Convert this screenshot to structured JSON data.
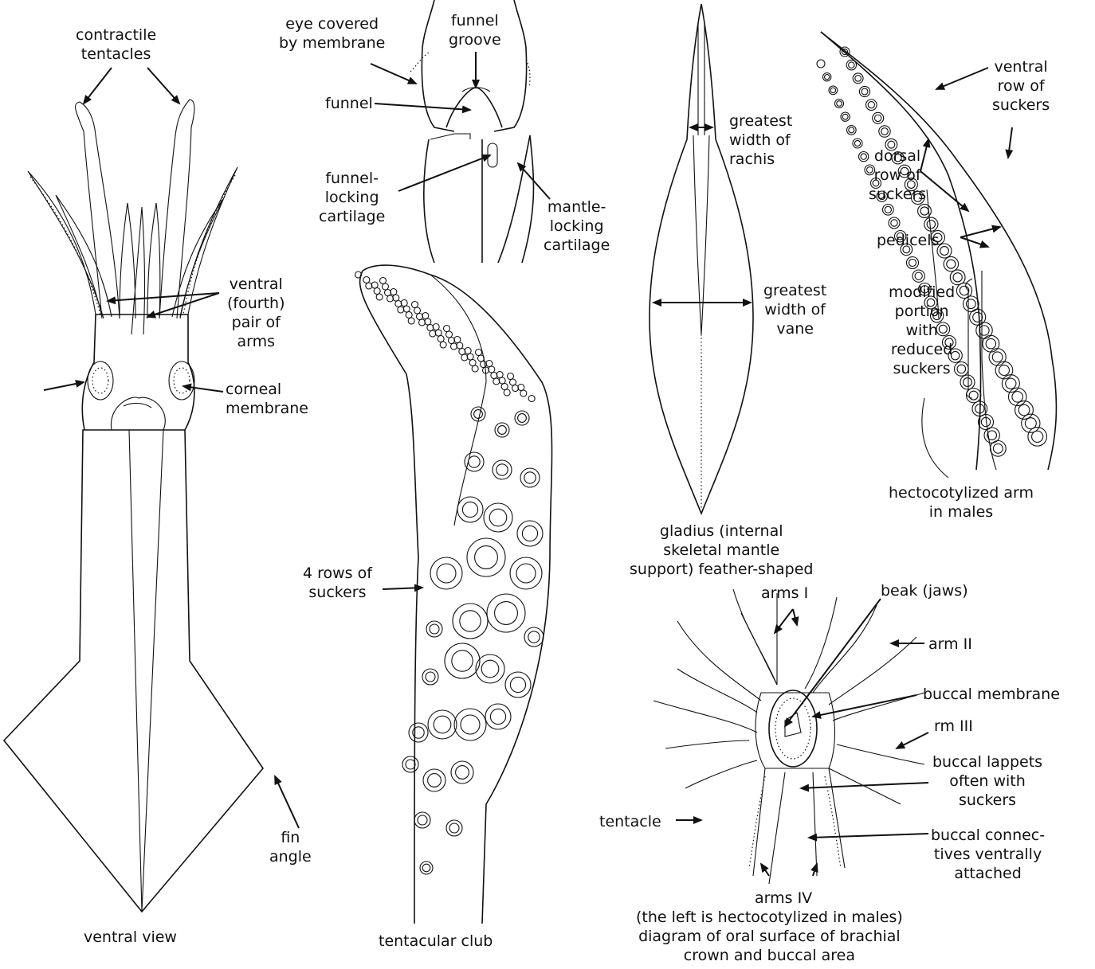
{
  "labels": {
    "contractile_tentacles": "contractile\ntentacles",
    "ventral_fourth_pair": "ventral\n(fourth)\npair of\narms",
    "corneal_membrane": "corneal\nmembrane",
    "fin_angle": "fin\nangle",
    "ventral_view": "ventral view",
    "eye_covered": "eye covered\nby membrane",
    "funnel_groove": "funnel\ngroove",
    "funnel": "funnel",
    "funnel_locking": "funnel-\nlocking\ncartilage",
    "mantle_locking": "mantle-\nlocking\ncartilage",
    "four_rows": "4 rows of\nsuckers",
    "tentacular_club": "tentacular club",
    "greatest_width_rachis": "greatest\nwidth of\nrachis",
    "greatest_width_vane": "greatest\nwidth of\nvane",
    "gladius": "gladius (internal\nskeletal mantle\nsupport) feather-shaped",
    "ventral_row": "ventral\nrow of\nsuckers",
    "dorsal_row": "dorsal\nrow of\nsuckers",
    "pedicels": "pedicels",
    "modified_portion": "modified\nportion\nwith\nreduced\nsuckers",
    "hectocotylized_arm": "hectocotylized arm\nin males",
    "arms_I": "arms I",
    "beak": "beak (jaws)",
    "arm_II": "arm II",
    "buccal_membrane": "buccal membrane",
    "arm_III": "rm III",
    "buccal_lappets": "buccal lappets\noften with\nsuckers",
    "tentacle": "tentacle",
    "buccal_connectives": "buccal connec-\ntives ventrally\nattached",
    "arms_IV": "arms IV",
    "oral_caption": "(the left is hectocotylized in males)\ndiagram of oral surface of brachial\ncrown and buccal area"
  }
}
